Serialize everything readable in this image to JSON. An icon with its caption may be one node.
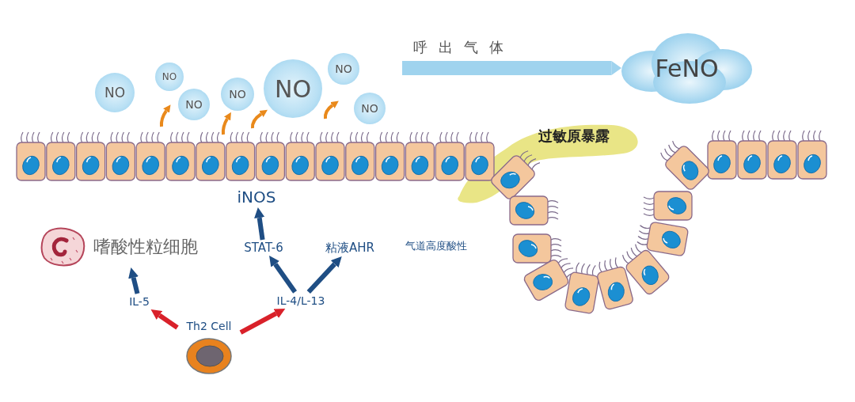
{
  "diagram": {
    "nodes": [
      {
        "text": [
          "NO"
        ]
      },
      {
        "text": [
          "NO"
        ]
      },
      {
        "text": [
          "NO"
        ]
      },
      {
        "text": [
          "NO"
        ]
      },
      {
        "text": [
          "NO"
        ]
      },
      {
        "text": [
          "NO"
        ]
      },
      {
        "text": [
          "NO"
        ]
      },
      {
        "text": [
          "FeNO"
        ]
      },
      {
        "text": [
          "过敏原暴露"
        ]
      },
      {
        "text": [
          "iNOS"
        ]
      },
      {
        "text": [
          "嗜酸性粒细胞"
        ]
      },
      {
        "text": [
          "STAT-6"
        ]
      },
      {
        "text": [
          "粘液AHR"
        ]
      },
      {
        "text": [
          "IL-5"
        ]
      },
      {
        "text": [
          "IL-4/L-13"
        ]
      },
      {
        "text": [
          "Th2 Cell"
        ]
      }
    ],
    "edges": [
      {
        "from": 15,
        "to": 13,
        "arrow": "to",
        "color": "#d9212a"
      },
      {
        "from": 15,
        "to": 14,
        "arrow": "to",
        "color": "#d9212a"
      },
      {
        "from": 13,
        "to": 10,
        "arrow": "to"
      },
      {
        "from": 14,
        "to": 11,
        "arrow": "to"
      },
      {
        "from": 14,
        "to": 12,
        "arrow": "to"
      },
      {
        "from": 11,
        "to": 9,
        "arrow": "to"
      },
      {
        "from": null,
        "to": 7,
        "arrow": "to",
        "label": "呼出气体",
        "style": "thick",
        "color": "#9fd3ee"
      }
    ],
    "labels": [
      "气道高度酸性"
    ]
  }
}
